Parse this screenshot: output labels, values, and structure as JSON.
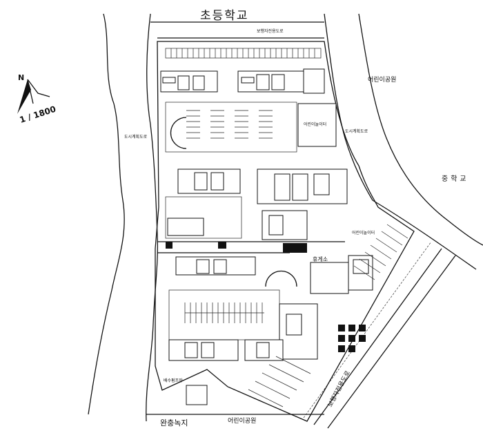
{
  "labels": {
    "elementary_school": "초등학교",
    "middle_school": "중학교",
    "park_top_right": "어린이공원",
    "park_bottom": "어린이공원",
    "buffer_green": "완충녹지",
    "rest_area": "휴게소",
    "pump_station": "배수펌프장",
    "road_pedestrian_top": "보행자전용도로",
    "road_pedestrian_bottom": "보행자전용도로",
    "road_urban_left": "도시계획도로",
    "road_urban_right": "도시계획도로",
    "daycare_top": "어린이놀이터",
    "daycare_middle": "어린이놀이터",
    "scale": "1 / 1800",
    "north_symbol": "N"
  },
  "colors": {
    "line": "#111111",
    "background": "#ffffff"
  }
}
